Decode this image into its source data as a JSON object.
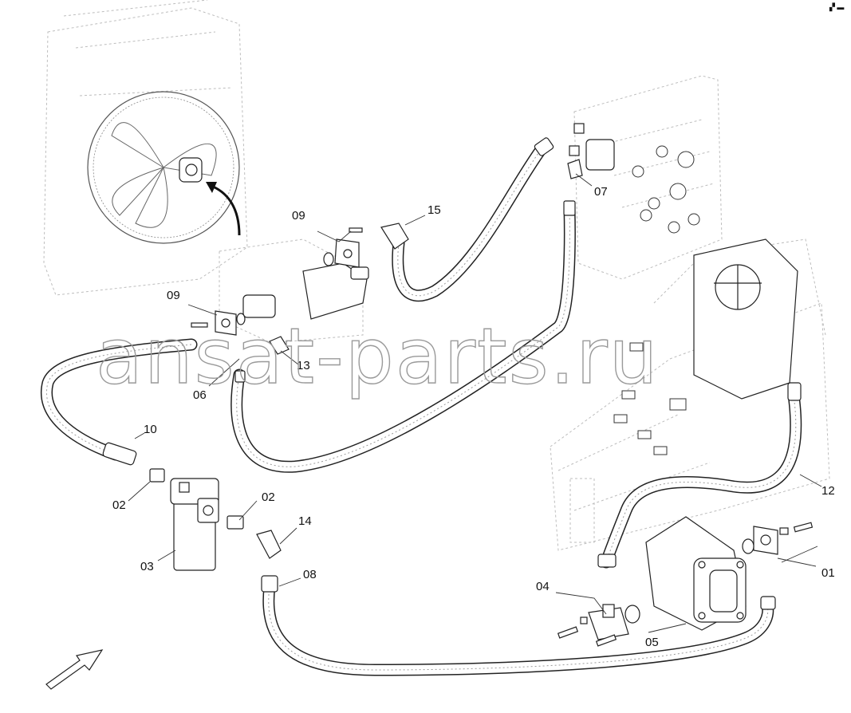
{
  "watermark": "ansat-parts.ru",
  "corner_mark": "▞ ▬",
  "callouts": {
    "c01": "01",
    "c02a": "02",
    "c02b": "02",
    "c03": "03",
    "c04": "04",
    "c05": "05",
    "c06": "06",
    "c07": "07",
    "c08": "08",
    "c09a": "09",
    "c09b": "09",
    "c10": "10",
    "c12": "12",
    "c13": "13",
    "c14": "14",
    "c15": "15"
  },
  "colors": {
    "line": "#222222",
    "ghost": "#bdbdbd",
    "watermark": "#9a9a9a"
  }
}
